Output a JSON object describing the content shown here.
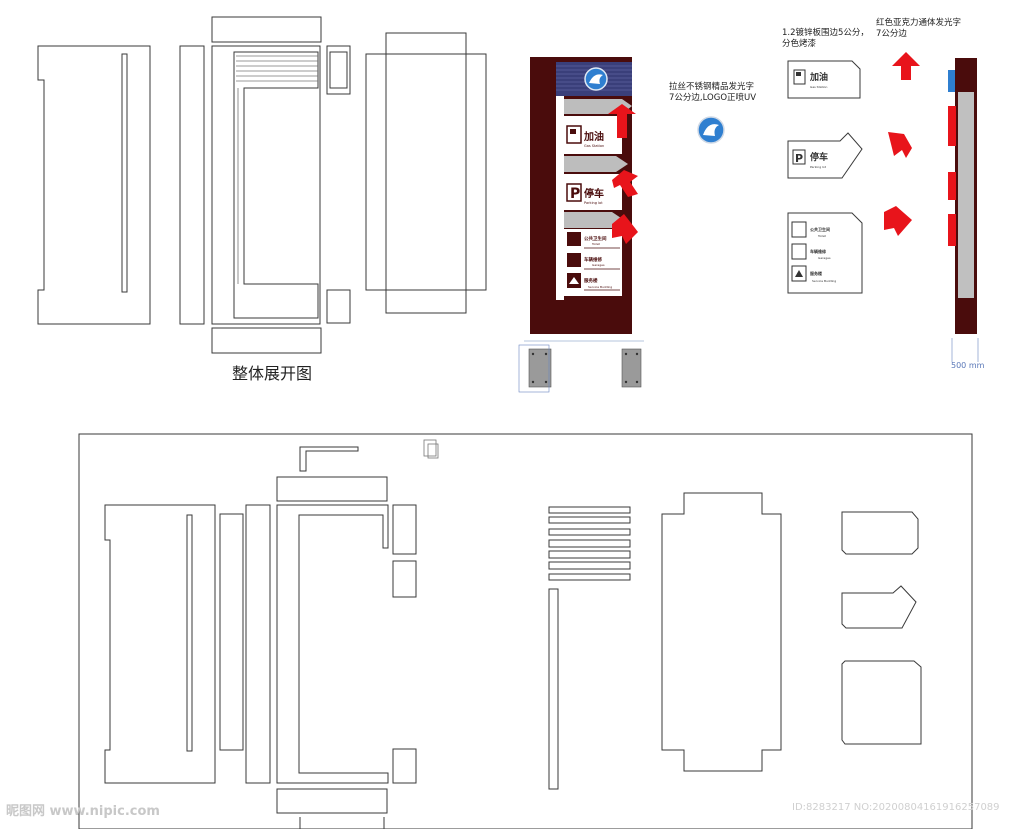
{
  "caption": "整体展开图",
  "notes": {
    "logo_note": [
      "拉丝不锈钢精品发光字",
      "7公分边,LOGO正喷UV"
    ],
    "panel_note": [
      "1.2镀锌板围边5公分，",
      "分色烤漆"
    ],
    "arrow_note": [
      "红色亚克力通体发光字",
      "7公分边"
    ],
    "dimension": "500 mm"
  },
  "sign": {
    "items": [
      {
        "title": "加油",
        "subtitle": "Gas Station",
        "icon": "fuel-pump-icon"
      },
      {
        "title": "停车",
        "subtitle": "Parking lot",
        "icon": "parking-icon"
      },
      {
        "title": "公共卫生间",
        "subtitle": "Toilet",
        "icon": "toilet-icon"
      },
      {
        "title": "车辆维修",
        "subtitle": "Garages",
        "icon": "wrench-icon"
      },
      {
        "title": "服务楼",
        "subtitle": "Service Building",
        "icon": "house-icon"
      }
    ],
    "colors": {
      "body": "#4a0c0c",
      "panel": "#ffffff",
      "arrow": "#e8141b",
      "logo": "#2f7fd0"
    }
  },
  "detail_panels": [
    {
      "title": "加油",
      "subtitle": "Gas Station"
    },
    {
      "title": "停车",
      "subtitle": "Parking lot"
    },
    {
      "title": "公共卫生间",
      "subtitle": "Toilet"
    },
    {
      "title": "车辆维修",
      "subtitle": "Garages"
    },
    {
      "title": "服务楼",
      "subtitle": "Service Building"
    }
  ],
  "watermark": {
    "left": "昵图网 www.nipic.com",
    "right": "ID:8283217 NO:20200804161916257089"
  }
}
